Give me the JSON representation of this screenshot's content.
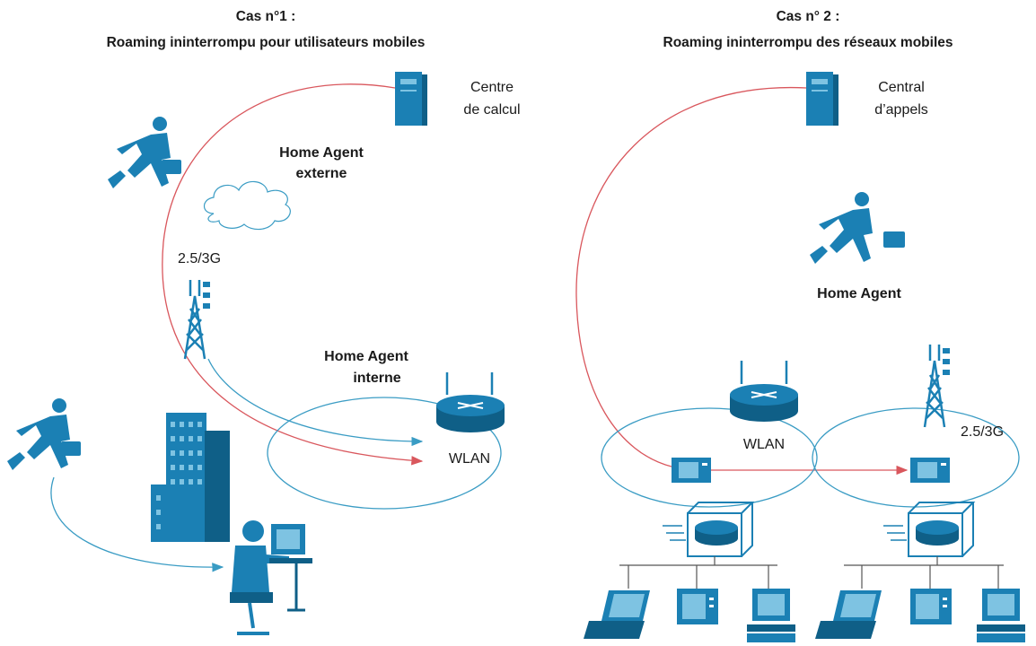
{
  "case1": {
    "title_line1": "Cas  n°1 :",
    "title_line2": "Roaming ininterrompu pour utilisateurs mobiles",
    "server_label_line1": "Centre",
    "server_label_line2": "de calcul",
    "home_agent_ext_line1": "Home Agent",
    "home_agent_ext_line2": "externe",
    "cell_label": "2.5/3G",
    "home_agent_int_line1": "Home Agent",
    "home_agent_int_line2": "interne",
    "wlan_label": "WLAN"
  },
  "case2": {
    "title_line1": "Cas  n° 2  :",
    "title_line2": "Roaming ininterrompu des réseaux mobiles",
    "server_label_line1": "Central",
    "server_label_line2": "d’appels",
    "home_agent": "Home Agent",
    "wlan_label": "WLAN",
    "cell_label": "2.5/3G"
  },
  "colors": {
    "device_blue": "#1b80b4",
    "device_dark": "#0f5f87",
    "link_red": "#d9575d",
    "link_blue": "#3a9cc4"
  }
}
